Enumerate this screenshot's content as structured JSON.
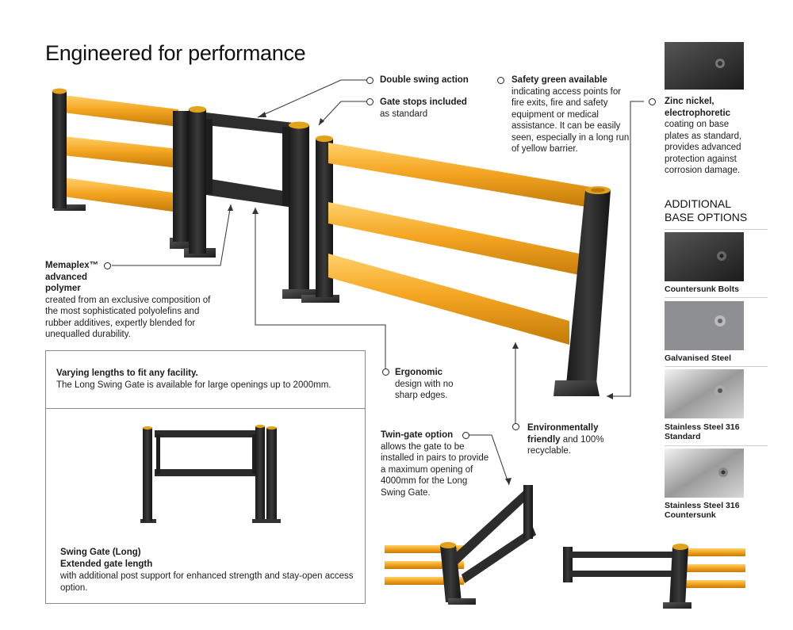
{
  "title": "Engineered for performance",
  "callouts": {
    "double_swing": {
      "heading": "Double swing action"
    },
    "gate_stops": {
      "heading": "Gate stops included",
      "body": "as standard"
    },
    "safety_green": {
      "heading": "Safety green available",
      "body": "indicating access points for fire exits, fire and safety equipment or medical assistance. It can be easily seen, especially in a long run of yellow barrier."
    },
    "zinc": {
      "heading": "Zinc nickel, electrophoretic",
      "body": "coating on base plates as standard, provides advanced protection against corrosion damage."
    },
    "memaplex": {
      "heading": "Memaplex™ advanced polymer",
      "body": "created from an exclusive composition of the most sophisticated polyolefins and rubber additives, expertly blended for unequalled durability."
    },
    "ergonomic": {
      "heading": "Ergonomic",
      "body": "design with no sharp edges."
    },
    "environment": {
      "heading": "Environmentally friendly",
      "body": "and 100% recyclable."
    },
    "twin_gate": {
      "heading": "Twin-gate option",
      "body": "allows the gate to be installed in pairs to provide a maximum opening of 4000mm for the Long Swing Gate."
    }
  },
  "base_options": {
    "heading": "ADDITIONAL BASE OPTIONS",
    "items": [
      {
        "label": "Countersunk Bolts"
      },
      {
        "label": "Galvanised Steel"
      },
      {
        "label": "Stainless Steel 316 Standard"
      },
      {
        "label": "Stainless Steel 316 Countersunk"
      }
    ]
  },
  "box": {
    "heading": "Varying lengths to fit any facility.",
    "body": "The Long Swing Gate is available for large openings up to 2000mm.",
    "caption_title": "Swing Gate (Long)",
    "caption_subtitle": "Extended gate length",
    "caption_body": "with additional post support for enhanced strength and stay-open access option."
  },
  "colors": {
    "rail_yellow": "#f5a623",
    "post_black": "#2a2a2a",
    "text": "#1c1c1c"
  }
}
